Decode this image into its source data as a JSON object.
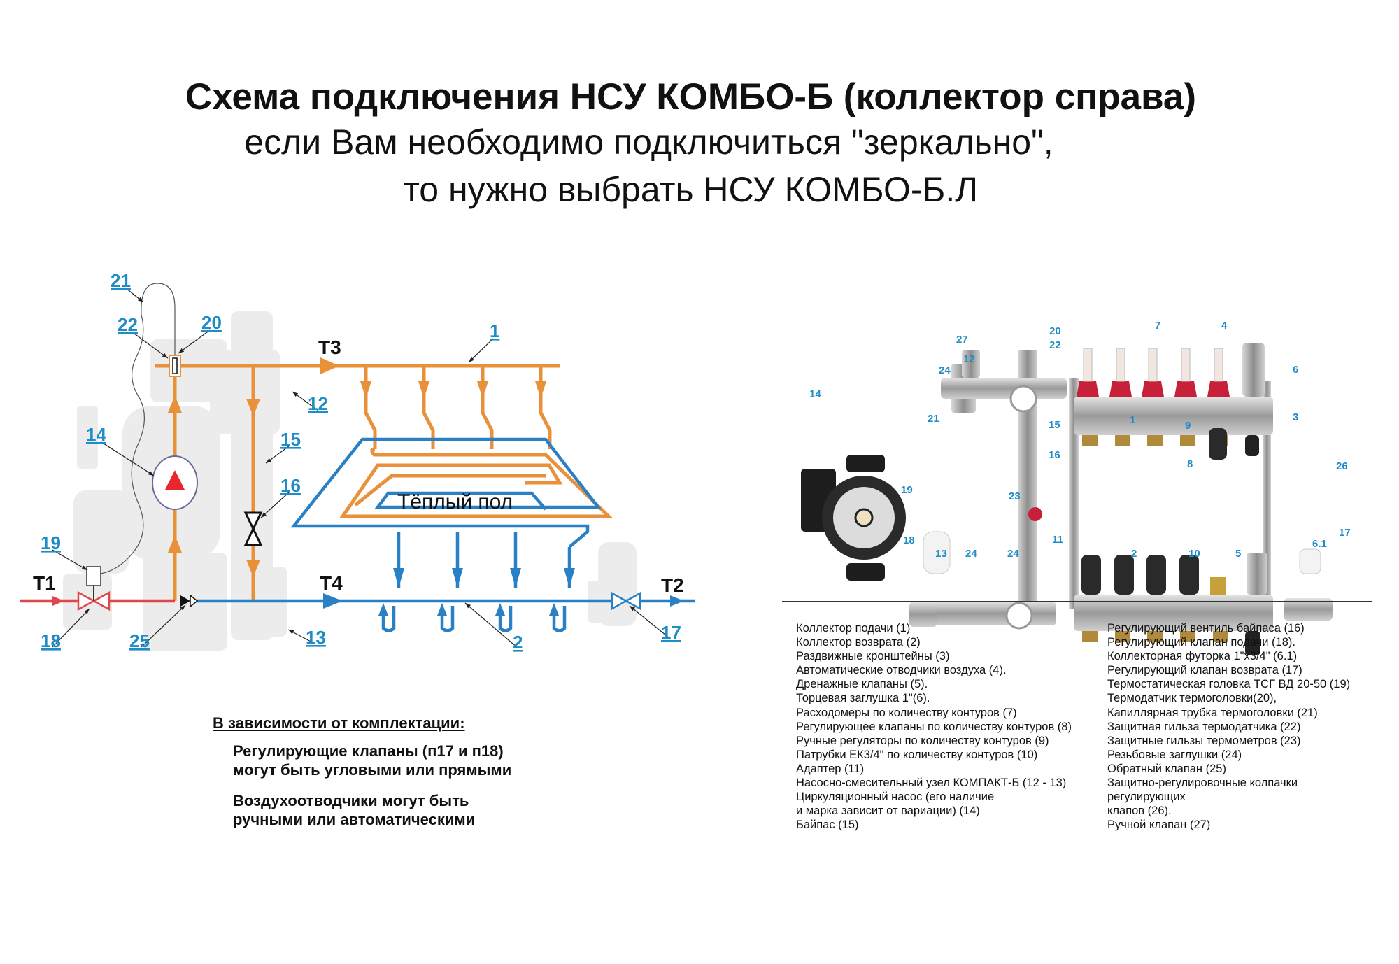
{
  "title": {
    "line1": "Схема подключения НСУ КОМБО-Б (коллектор справа)",
    "line2": "если Вам необходимо подключиться \"зеркально\",",
    "line3": "то нужно выбрать НСУ КОМБО-Б.Л"
  },
  "diagram": {
    "t_labels": {
      "t1": "T1",
      "t2": "T2",
      "t3": "T3",
      "t4": "T4"
    },
    "floor_label": "Тёплый пол",
    "numbers": {
      "n1": "1",
      "n2": "2",
      "n12": "12",
      "n13": "13",
      "n14": "14",
      "n15": "15",
      "n16": "16",
      "n17": "17",
      "n18": "18",
      "n19": "19",
      "n20": "20",
      "n21": "21",
      "n22": "22",
      "n25": "25"
    },
    "colors": {
      "supply": "#e8913a",
      "return": "#2a80c4",
      "inlet": "#e0474c",
      "pump_arrow": "#e8262b",
      "label": "#1e8cc6"
    }
  },
  "photo": {
    "numbers": [
      "14",
      "27",
      "12",
      "24",
      "20",
      "22",
      "7",
      "4",
      "6",
      "1",
      "3",
      "21",
      "15",
      "9",
      "16",
      "8",
      "26",
      "19",
      "23",
      "18",
      "13",
      "24",
      "24",
      "11",
      "2",
      "10",
      "5",
      "6.1",
      "17"
    ]
  },
  "notes": {
    "heading": "В зависимости от комплектации:",
    "p1_line1": "Регулирующие клапаны (п17 и п18)",
    "p1_line2": "могут быть угловыми или прямыми",
    "p2_line1": "Воздухоотводчики могут быть",
    "p2_line2": "ручными или автоматическими"
  },
  "legend": {
    "left": [
      "Коллектор подачи (1)",
      "Коллектор возврата (2)",
      "Раздвижные кронштейны (3)",
      "Автоматические отводчики воздуха (4).",
      "Дренажные клапаны (5).",
      "Торцевая заглушка 1\"(6).",
      "Расходомеры по количеству контуров (7)",
      "Регулирующее клапаны по количеству контуров (8)",
      "Ручные регуляторы по количеству контуров (9)",
      "Патрубки ЕК3/4\" по количеству контуров (10)",
      "Адаптер (11)",
      "Насосно-смесительный узел КОМПАКТ-Б (12 - 13)",
      "Циркуляционный насос (его наличие",
      "и марка зависит от вариации) (14)",
      "Байпас (15)"
    ],
    "right": [
      "Регулирующий вентиль байпаса (16)",
      "Регулирующий клапан подачи (18).",
      "Коллекторная футорка 1\"x3/4\" (6.1)",
      "Регулирующий клапан возврата (17)",
      "Термостатическая головка ТСГ ВД 20-50  (19)",
      "Термодатчик термоголовки(20),",
      "Капиллярная трубка термоголовки (21)",
      "Защитная  гильза термодатчика (22)",
      "Защитные гильзы термометров (23)",
      "Резьбовые заглушки (24)",
      "Обратный клапан (25)",
      "Защитно-регулировочные колпачки",
      "регулирующих",
      "клапов (26).",
      "Ручной клапан (27)"
    ]
  }
}
